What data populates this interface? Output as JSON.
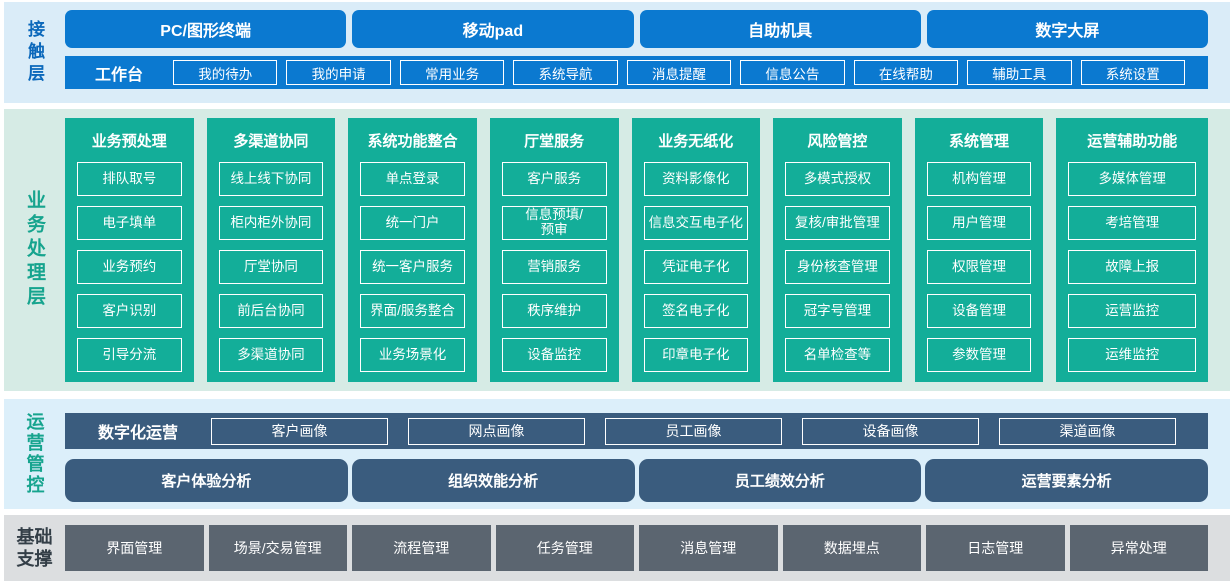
{
  "colors": {
    "blue": "#0b79d0",
    "band_blue_bg": "#daecf8",
    "teal": "#13ae99",
    "band_teal_bg": "#d6ebe5",
    "navy": "#3a5c7e",
    "band_ops_bg": "#dceffa",
    "gray": "#5b6570",
    "band_gray_bg": "#dcdee0",
    "label_blue": "#0b68bb",
    "label_teal": "#16a48e",
    "label_dark": "#333e47"
  },
  "contact": {
    "label": "接触层",
    "channels": [
      "PC/图形终端",
      "移动pad",
      "自助机具",
      "数字大屏"
    ],
    "workbench": {
      "label": "工作台",
      "items": [
        "我的待办",
        "我的申请",
        "常用业务",
        "系统导航",
        "消息提醒",
        "信息公告",
        "在线帮助",
        "辅助工具",
        "系统设置"
      ]
    }
  },
  "business": {
    "label": "业务处理层",
    "columns": [
      {
        "title": "业务预处理",
        "items": [
          "排队取号",
          "电子填单",
          "业务预约",
          "客户识别",
          "引导分流"
        ]
      },
      {
        "title": "多渠道协同",
        "items": [
          "线上线下协同",
          "柜内柜外协同",
          "厅堂协同",
          "前后台协同",
          "多渠道协同"
        ]
      },
      {
        "title": "系统功能整合",
        "items": [
          "单点登录",
          "统一门户",
          "统一客户服务",
          "界面/服务整合",
          "业务场景化"
        ]
      },
      {
        "title": "厅堂服务",
        "items": [
          "客户服务",
          "信息预填/\n预审",
          "营销服务",
          "秩序维护",
          "设备监控"
        ]
      },
      {
        "title": "业务无纸化",
        "items": [
          "资料影像化",
          "信息交互电子化",
          "凭证电子化",
          "签名电子化",
          "印章电子化"
        ]
      },
      {
        "title": "风险管控",
        "items": [
          "多模式授权",
          "复核/审批管理",
          "身份核查管理",
          "冠字号管理",
          "名单检查等"
        ]
      },
      {
        "title": "系统管理",
        "items": [
          "机构管理",
          "用户管理",
          "权限管理",
          "设备管理",
          "参数管理"
        ]
      },
      {
        "title": "运营辅助功能",
        "items": [
          "多媒体管理",
          "考培管理",
          "故障上报",
          "运营监控",
          "运维监控"
        ]
      }
    ]
  },
  "operations": {
    "label": "运营管控",
    "digital": {
      "label": "数字化运营",
      "items": [
        "客户画像",
        "网点画像",
        "员工画像",
        "设备画像",
        "渠道画像"
      ]
    },
    "analysis": [
      "客户体验分析",
      "组织效能分析",
      "员工绩效分析",
      "运营要素分析"
    ]
  },
  "foundation": {
    "label": "基础支撑",
    "items": [
      "界面管理",
      "场景/交易管理",
      "流程管理",
      "任务管理",
      "消息管理",
      "数据埋点",
      "日志管理",
      "异常处理"
    ]
  }
}
